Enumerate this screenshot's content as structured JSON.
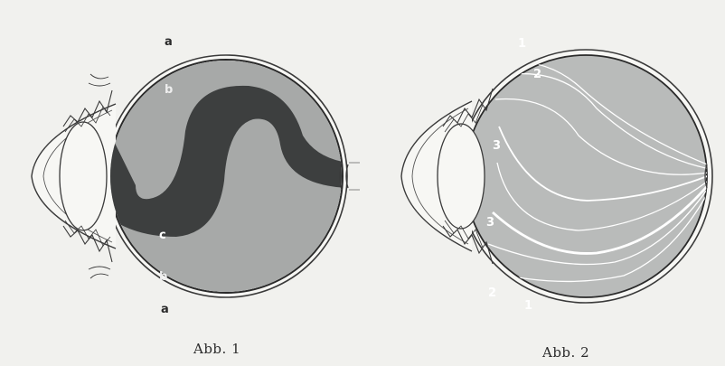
{
  "figure1": {
    "caption": "Abb. 1",
    "labels": {
      "a_top": "a",
      "b_top": "b",
      "c": "c",
      "b_bottom": "b",
      "a_bottom": "a"
    }
  },
  "figure2": {
    "caption": "Abb. 2",
    "labels": {
      "one_top": "1",
      "two_top": "2",
      "three_upper": "3",
      "three_lower": "3",
      "two_bottom": "2",
      "one_bottom": "1"
    }
  },
  "colors": {
    "paper": "#f1f1ee",
    "outline": "#3a3a3a",
    "zone_a": "#d0d2d0",
    "zone_b": "#a7a9a8",
    "zone_c": "#3d3f3f",
    "fig2_fill": "#b9bbba",
    "fig2_lines": "#ffffff"
  }
}
